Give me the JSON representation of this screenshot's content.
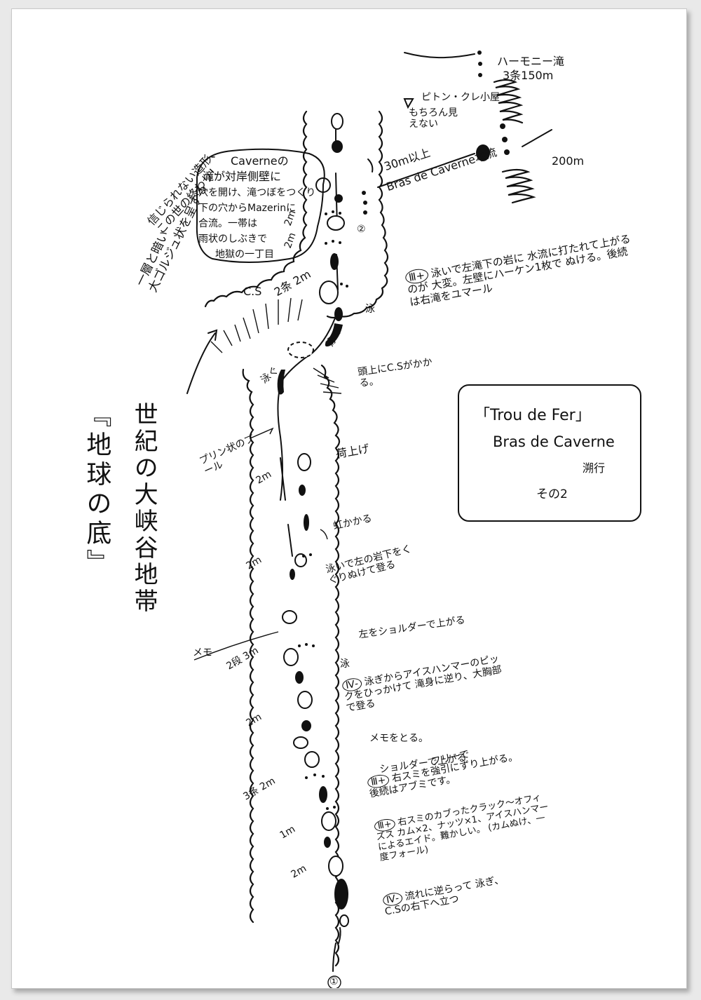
{
  "box": {
    "name": "「Trou de Fer」",
    "route": "Bras de Caverne",
    "action": "溯行",
    "part": "その2"
  },
  "headline": {
    "main": "世紀の大峡谷地帯",
    "sub": "『地球の底』"
  },
  "callout": {
    "lines": [
      "Caverneの",
      "滝が対岸側壁に",
      "穴を開け、滝つぼをつくり",
      "下の穴からMazerinに",
      "合流。一帯は",
      "雨状のしぶきで",
      "地獄の一丁目"
    ]
  },
  "side_note": {
    "lines": [
      "信じられない造形、",
      "この世の終わり!"
    ]
  },
  "gorge_note": {
    "lines": [
      "一層と暗い",
      "大ゴルジュ状を呈する"
    ]
  },
  "top": {
    "harmony": "ハーモニー滝",
    "harmony_height": "3条150m",
    "pitons": "ピトン・クレ小屋",
    "pitons_note": "もちろん見えない",
    "height_30": "30m以上",
    "height_200": "200m",
    "main_stream": "Bras de Caverne本流"
  },
  "marks": {
    "start": "①",
    "two": "②",
    "cs_top": "C.S",
    "memo_left": "メモ"
  },
  "heights": [
    "2m",
    "2m",
    "2条 2m",
    "2m",
    "2m",
    "2段 3m",
    "2m",
    "3条 2m",
    "1m",
    "2m"
  ],
  "labels": {
    "swim": "泳",
    "swim2": "泳ぐ",
    "head_cs": "頭上にC.Sがかかる。",
    "pool_log": "プリン状のプール",
    "pack_haul": "荷上げ",
    "rainbow": "虹かかる",
    "swim_left": "泳いで左の岩下をくぐりぬけて登る",
    "shoulder_left": "左をショルダーで上がる",
    "memo_take": "メモをとる。",
    "shoulder2": "ショルダーで上がる"
  },
  "notes": [
    {
      "grade": "Ⅲ+",
      "text": "泳いで左滝下の岩に 水流に打たれて上がるのが 大変。左壁にハーケン1枚で ぬける。後続は右滝をユマール"
    },
    {
      "grade": "Ⅳ-",
      "text": "泳ぎからアイスハンマーのピックをひっかけて 滝身に逆り、大胸部で登る"
    },
    {
      "grade": "Ⅲ+",
      "text": "右スミを強引にずり上がる。 後続はアブミです。"
    },
    {
      "grade": "Ⅲ+",
      "text": "右スミのカブったクラック〜オフィズス カム×2、ナッツ×1、アイスハンマー によるエイド。難かしい。 (カムぬけ、一度フォール)"
    },
    {
      "grade": "Ⅳ-",
      "text": "流れに逆らって 泳ぎ、C.Sの右下へ立つ"
    }
  ],
  "free_note": "フリーで"
}
